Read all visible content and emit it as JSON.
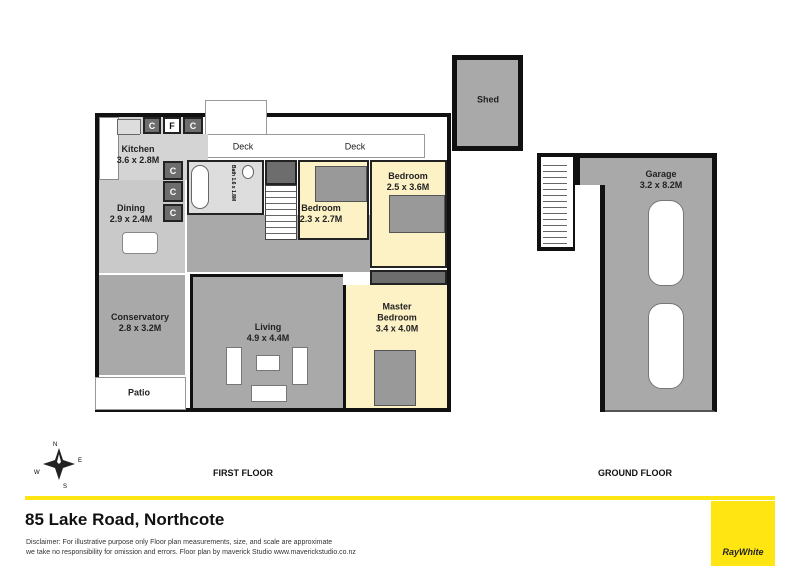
{
  "rooms": {
    "kitchen": {
      "name": "Kitchen",
      "size": "3.6 x 2.8M"
    },
    "dining": {
      "name": "Dining",
      "size": "2.9 x 2.4M"
    },
    "conservatory": {
      "name": "Conservatory",
      "size": "2.8 x 3.2M"
    },
    "patio": {
      "name": "Patio"
    },
    "bath": {
      "name": "Bath",
      "size": "1.6 x 1.8M"
    },
    "deck1": {
      "name": "Deck"
    },
    "deck2": {
      "name": "Deck"
    },
    "bedroom_small": {
      "name": "Bedroom",
      "size": "2.3 x 2.7M"
    },
    "bedroom_large": {
      "name": "Bedroom",
      "size": "2.5 x 3.6M"
    },
    "living": {
      "name": "Living",
      "size": "4.9 x 4.4M"
    },
    "master": {
      "name": "Master",
      "name2": "Bedroom",
      "size": "3.4 x 4.0M"
    },
    "shed": {
      "name": "Shed"
    },
    "garage": {
      "name": "Garage",
      "size": "3.2 x 8.2M"
    }
  },
  "cabinets": [
    "C",
    "F",
    "C",
    "C",
    "C",
    "C"
  ],
  "floors": {
    "first": "FIRST FLOOR",
    "ground": "GROUND FLOOR"
  },
  "compass": {
    "n": "N",
    "e": "E",
    "s": "S",
    "w": "W"
  },
  "footer": {
    "address": "85 Lake Road, Northcote",
    "disclaimer_line1": "Disclaimer: For illustrative purpose only Floor plan measurements, size, and scale are approximate",
    "disclaimer_line2": "we take no responsibility for omission and errors. Floor plan by maverick Studio www.maverickstudio.co.nz",
    "brand": "RayWhite",
    "brand_color": "#ffe512"
  },
  "colors": {
    "room_grey": "#a9a9a9",
    "bedroom_yellow": "#fdf1c6",
    "wall": "#111111"
  }
}
